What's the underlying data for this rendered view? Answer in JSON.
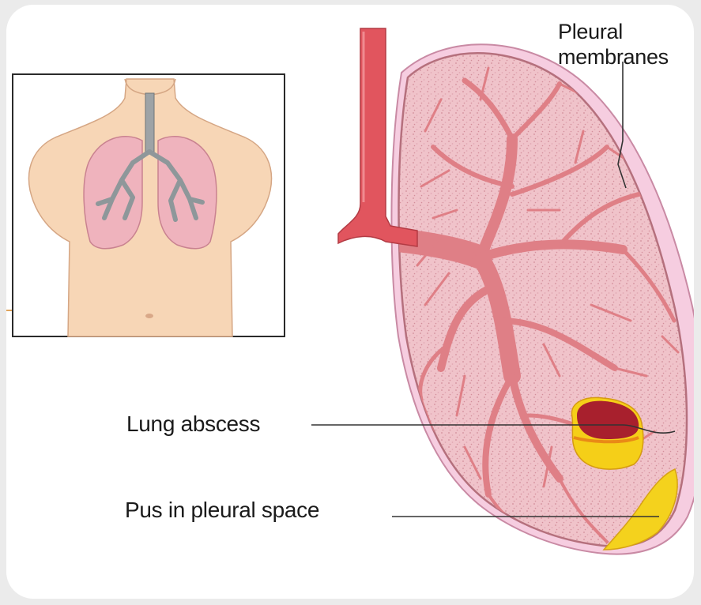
{
  "labels": {
    "pleural_line1": "Pleural",
    "pleural_line2": "membranes",
    "lung_abscess": "Lung abscess",
    "pus": "Pus in pleural space"
  },
  "colors": {
    "background": "#ebebeb",
    "lung_tissue": "#f2c6cc",
    "lung_outline": "#b96b78",
    "airway": "#de6a73",
    "trachea": "#e2505a",
    "pleura": "#f4c8de",
    "abscess_core": "#a81e2c",
    "pus_yellow": "#f4d21d",
    "skin": "#f7d6b6"
  }
}
